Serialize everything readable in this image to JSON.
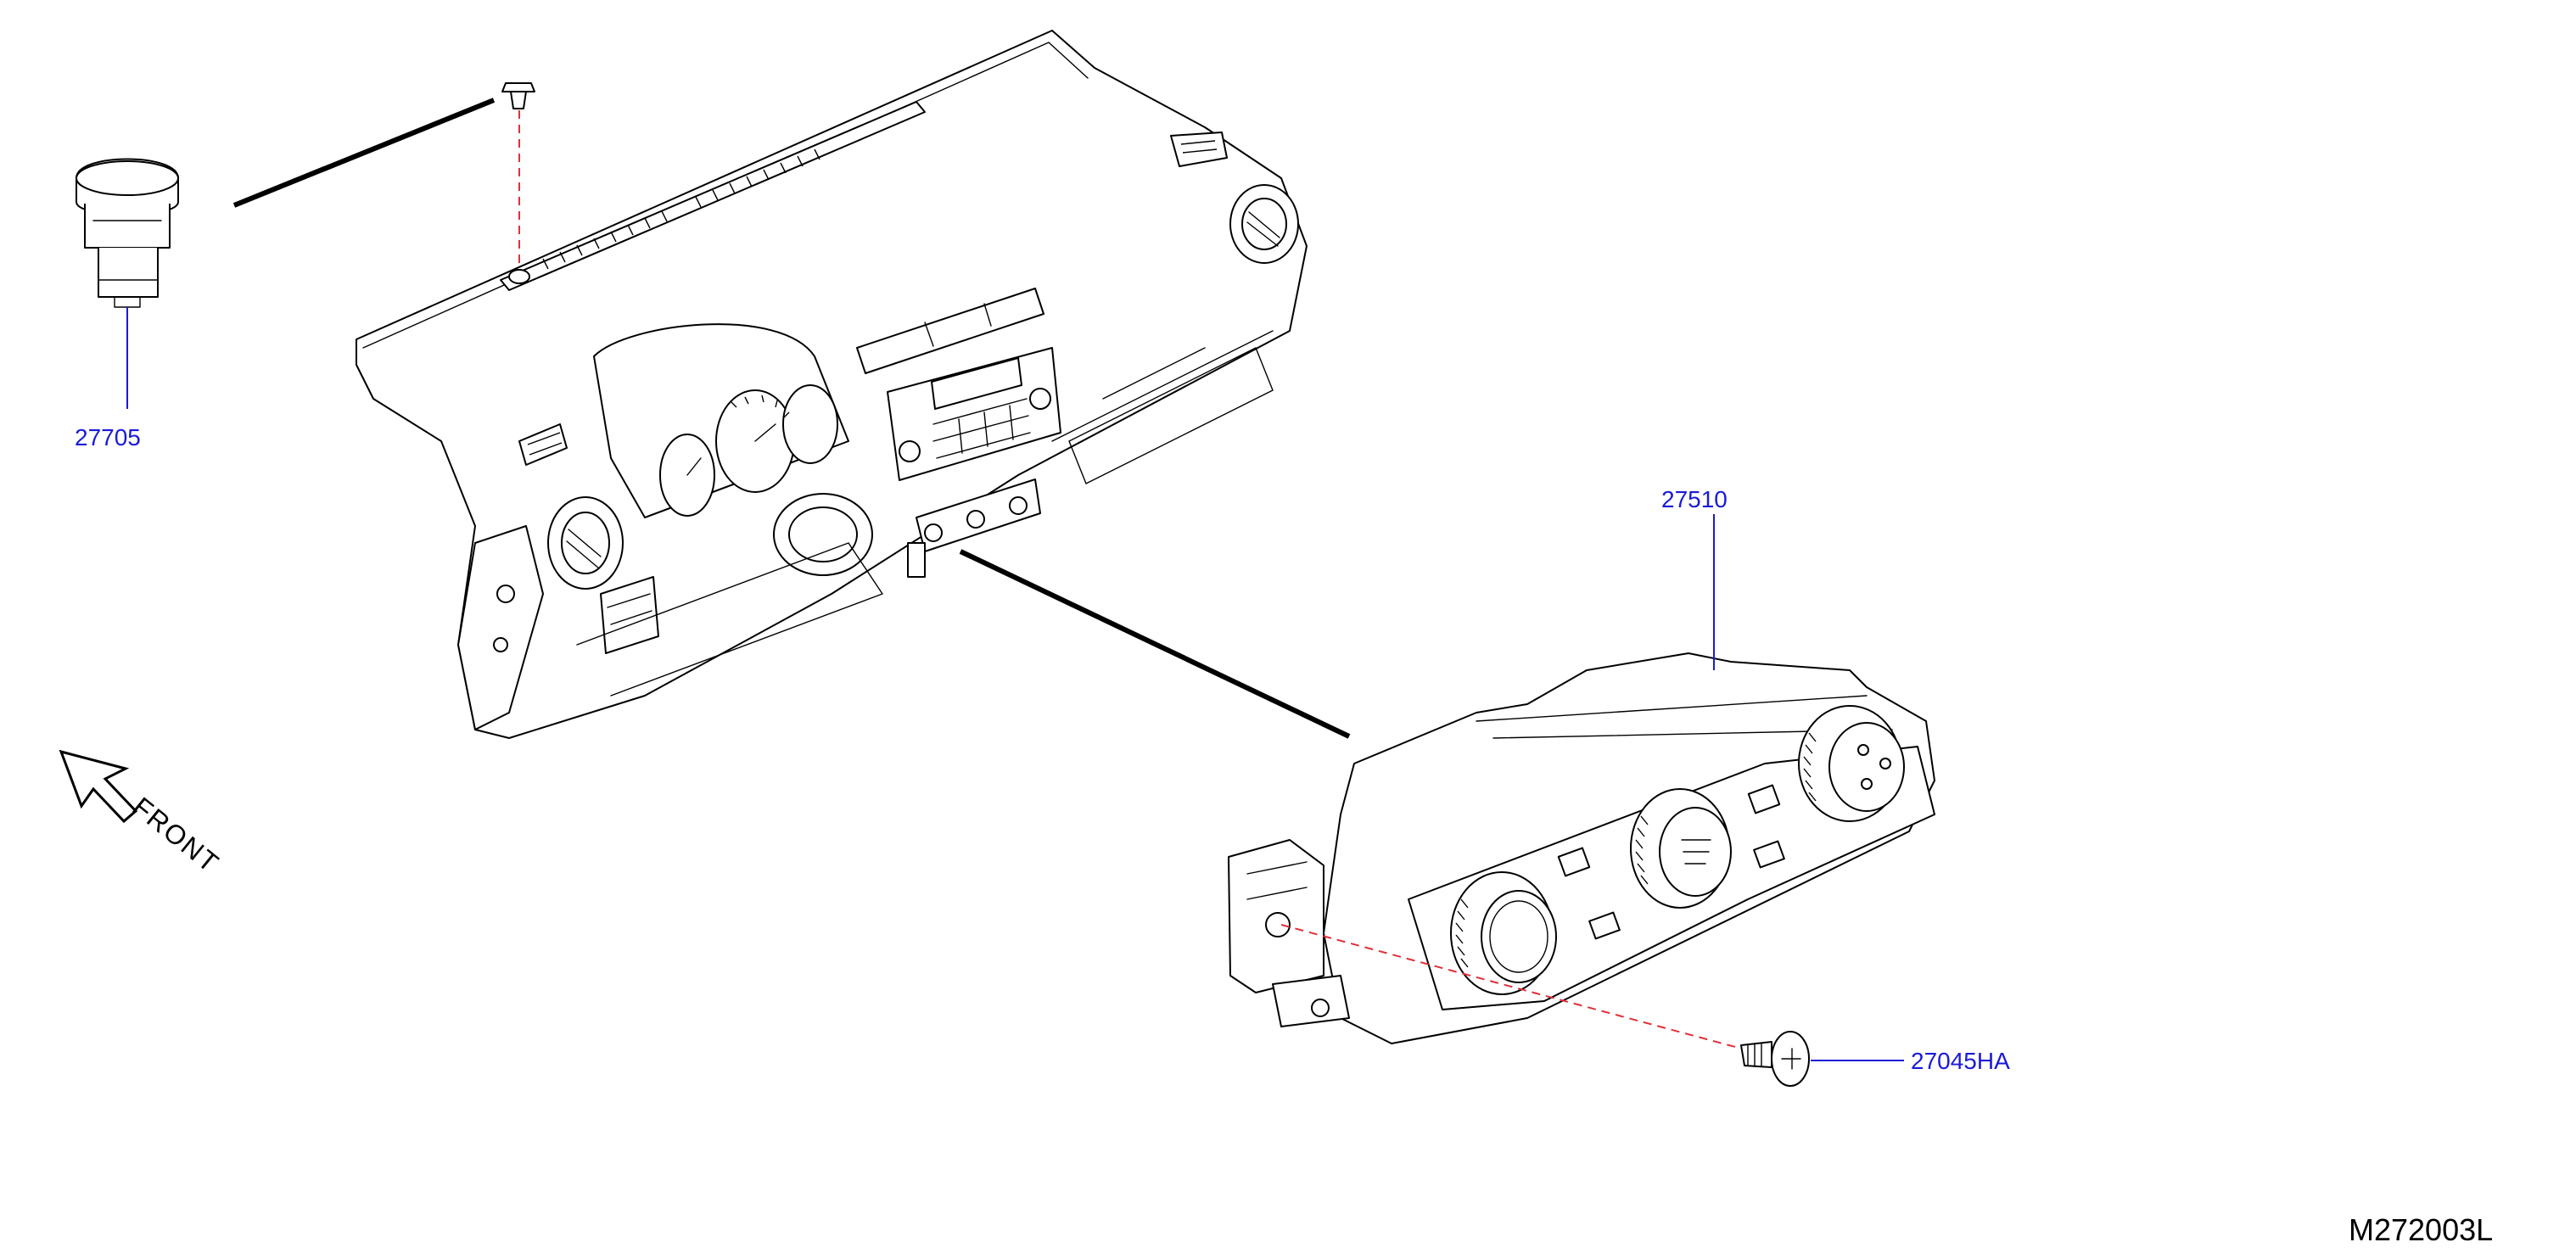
{
  "diagram": {
    "parts": [
      {
        "id": "p1",
        "number": "27705"
      },
      {
        "id": "p2",
        "number": "27510"
      },
      {
        "id": "p3",
        "number": "27045HA"
      }
    ],
    "orientation_label": "FRONT",
    "drawing_code": "M272003L",
    "colors": {
      "part_number_text": "#1a1ad8",
      "leader_line": "#1a1ad8",
      "install_path_dashed": "#e0303a",
      "line_art": "#000000"
    }
  }
}
